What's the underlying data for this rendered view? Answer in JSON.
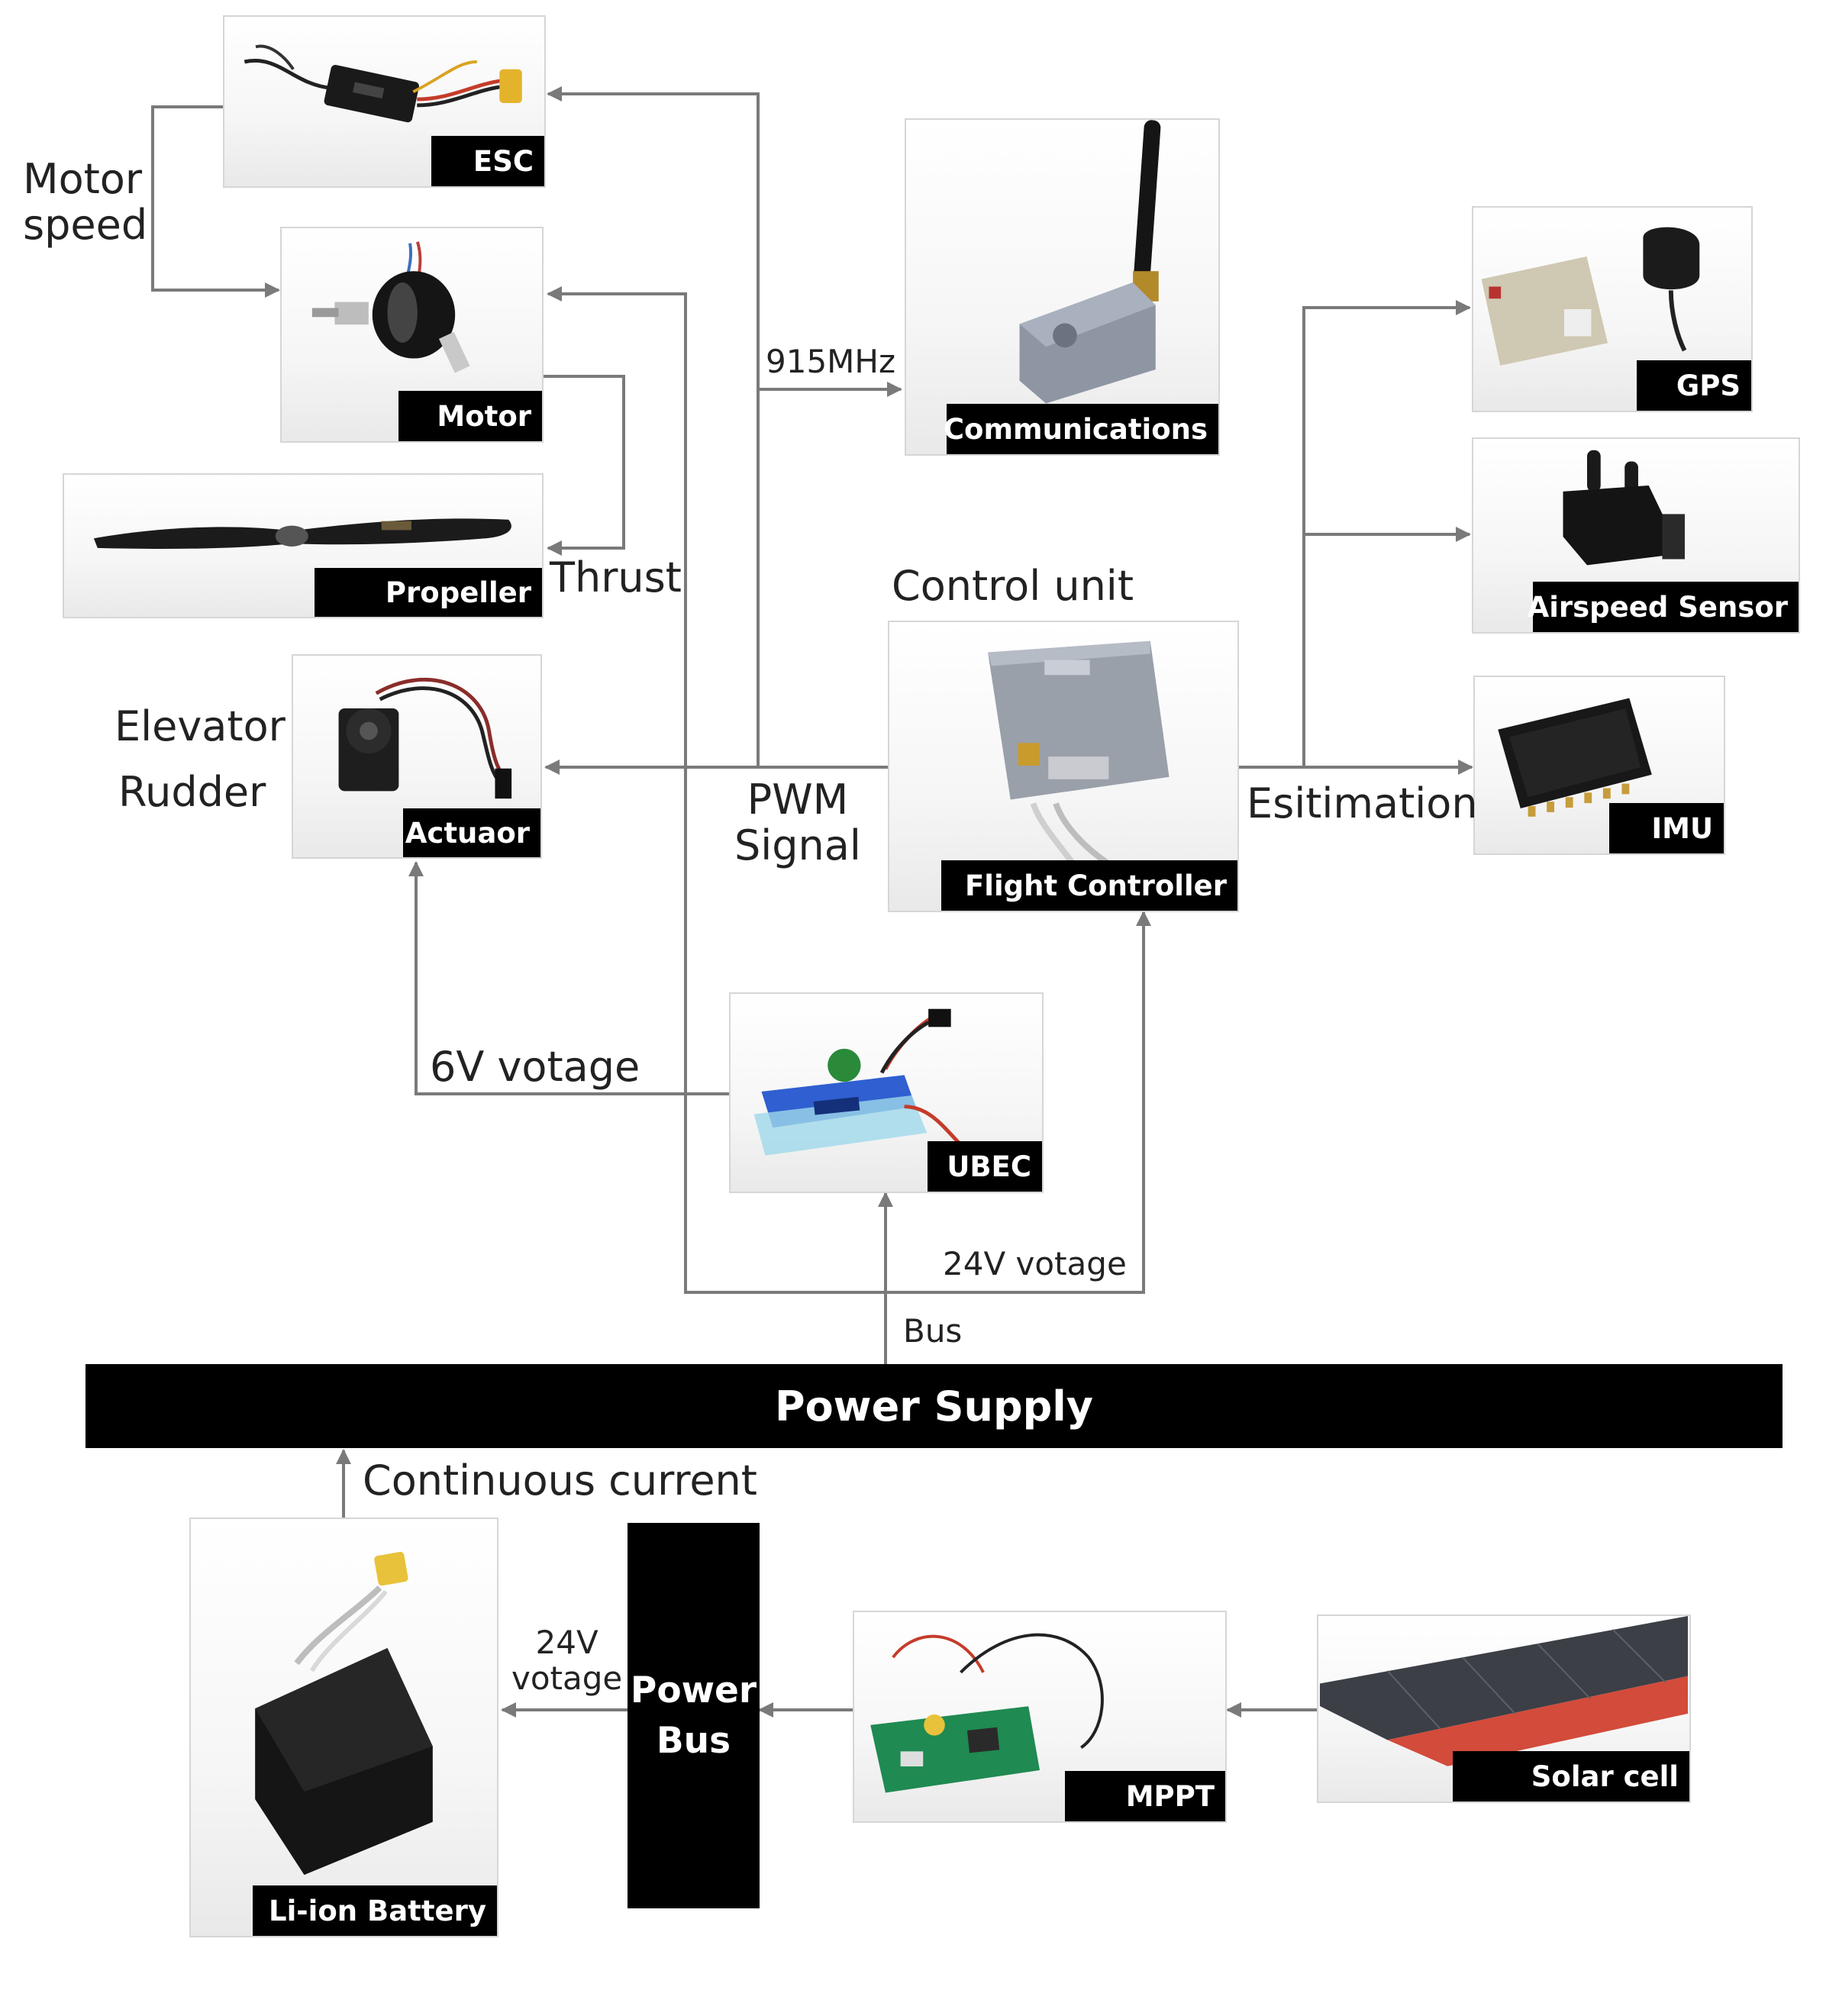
{
  "components": {
    "esc": "ESC",
    "motor": "Motor",
    "propeller": "Propeller",
    "actuator": "Actuaor",
    "communications": "Communications",
    "flight_controller": "Flight Controller",
    "gps": "GPS",
    "airspeed_sensor": "Airspeed Sensor",
    "imu": "IMU",
    "ubec": "UBEC",
    "battery": "Li-ion Battery",
    "mppt": "MPPT",
    "solar_cell": "Solar cell"
  },
  "power_supply": "Power Supply",
  "power_bus": [
    "Power",
    "Bus"
  ],
  "labels": {
    "motor_speed": [
      "Motor",
      "speed"
    ],
    "thrust": "Thrust",
    "frequency": "915MHz",
    "control_unit": "Control unit",
    "elevator": "Elevator",
    "rudder": "Rudder",
    "pwm_signal": [
      "PWM",
      "Signal"
    ],
    "estimation": "Esitimation",
    "six_volt": "6V votage",
    "twentyfour_volt": "24V votage",
    "bus": "Bus",
    "continuous_current": "Continuous current",
    "battery_voltage": [
      "24V",
      "votage"
    ]
  },
  "colors": {
    "line": "#7a7a7a",
    "label_bg": "#000000",
    "label_text": "#ffffff",
    "text": "#222222"
  }
}
